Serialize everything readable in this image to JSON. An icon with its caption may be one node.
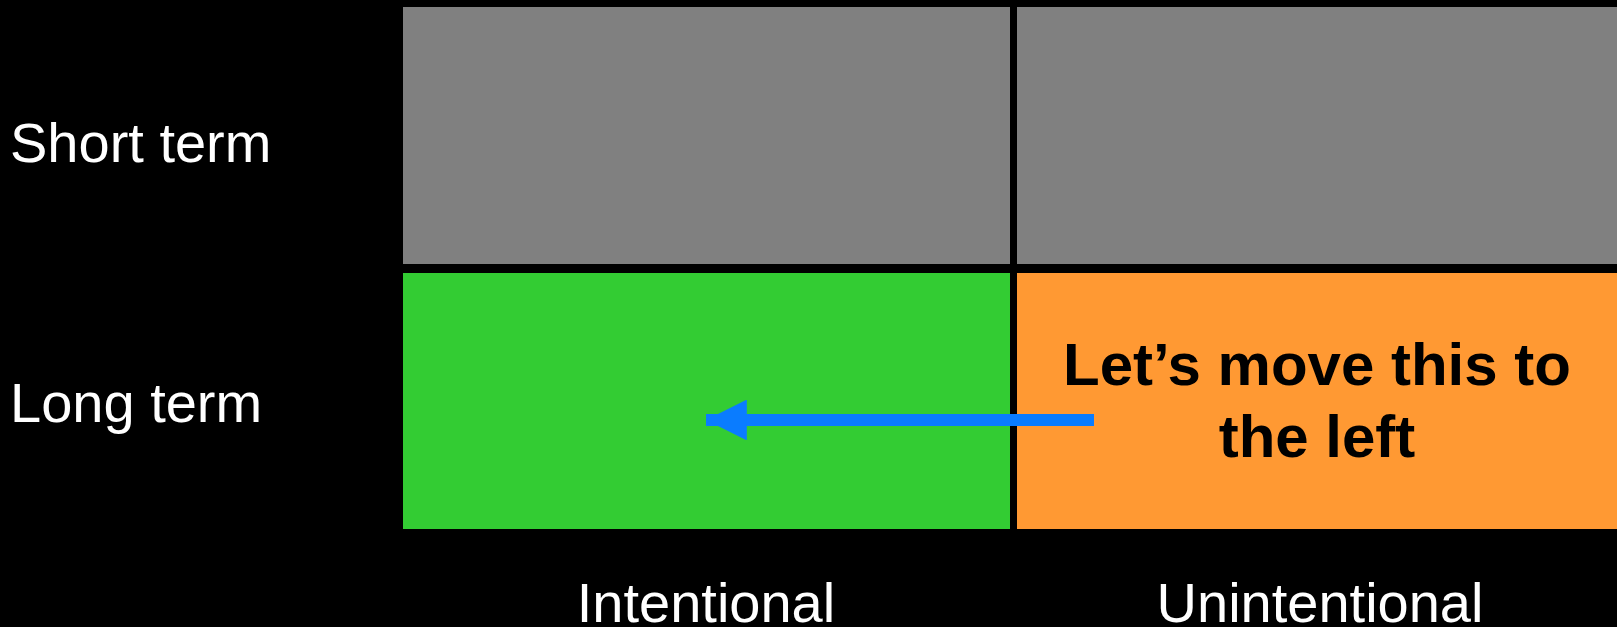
{
  "diagram": {
    "nodes": [
      {
        "text": [],
        "shape": "box"
      },
      {
        "text": [],
        "shape": "box"
      },
      {
        "text": [],
        "shape": "box"
      },
      {
        "text": [
          "Let’s move this to the left"
        ]
      }
    ],
    "edges": [
      {
        "from": 3,
        "to": 2,
        "arrow": "to",
        "color": "#0a7cff"
      }
    ],
    "labels": [
      "Short term",
      "Long term",
      "Intentional",
      "Unintentional"
    ]
  }
}
